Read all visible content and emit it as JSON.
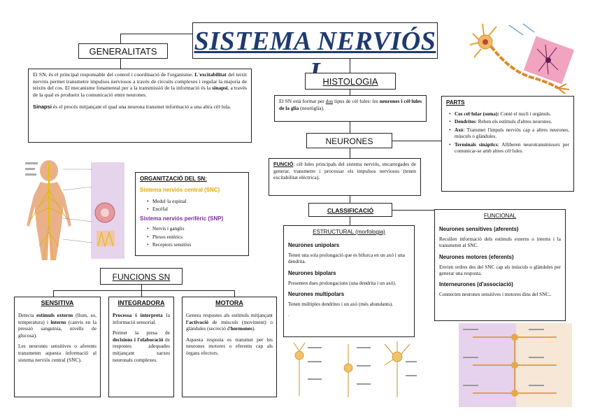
{
  "title": "SISTEMA NERVIÓS I",
  "generalitats": {
    "heading": "GENERALITATS",
    "p1_a": "El SN, és el principal responsable del control i coordinació de l'organisme.",
    "p1_term": "L'excitabilitat",
    "p1_b": " del teixit nerviós permet transmetre impulsos nerviosos a través de circuits complexes i regular la majoria de teixits del cos. El mecanisme fonamental per a la transmissió de la informació és la ",
    "p1_sinapsi": "sinapsi",
    "p1_c": ", a través de la qual es produeix la comunicació entre neurones.",
    "p2_term": "Sinapsi",
    "p2": " és el procés mitjançant el qual una neurona transmet informació a una altra cèl·lula."
  },
  "organitzacio": {
    "heading": "ORGANITZACIÓ DEL SN:",
    "snc": "Sistema nerviós central (SNC)",
    "snc_items": [
      "Medul·la espinal",
      "Encèfal"
    ],
    "snp": "Sistema nerviós perifèric (SNP)",
    "snp_items": [
      "Nervis i ganglis",
      "Plexes entèrics",
      "Receptors sensitius"
    ]
  },
  "funcions": {
    "heading": "FUNCIONS SN",
    "sensitiva": {
      "heading": "SENSITIVA",
      "t1": "Detecta ",
      "t1b": "estímuls externs",
      "t2": " (llum, so, temperatura) i ",
      "t2b": "interns",
      "t3": " (canvis en la pressió sanguínia, nivells de glucosa).",
      "p2": "Les neurones sensitives o aferents transmeten aquesta informació al sistema nerviós central (SNC)."
    },
    "integradora": {
      "heading": "INTEGRADORA",
      "p1b": "Processa i interpreta",
      "p1": " la informació sensorial.",
      "p2a": "Permet la presa de ",
      "p2b": "decisions i l'elaboració",
      "p2c": " de respostes adequades mitjançant xarxes neuronals complexes."
    },
    "motora": {
      "heading": "MOTORA",
      "p1a": "Genera respostes als estímuls mitjançant ",
      "p1b": "l'activació",
      "p1c": " de músculs (moviment) o glàndules (secreció d'",
      "p1d": "hormones",
      "p1e": ").",
      "p2": "Aquesta resposta es transmet per les neurones motores o eferents cap als òrgans efectors."
    }
  },
  "histologia": {
    "heading": "HISTOLOGIA",
    "t1": "El SN està format per ",
    "t1u": "dos",
    "t2": " tipus de cèl·lules: les ",
    "t2b": "neurones i cèl·lules de la glia",
    "t3": " (neuròglia)."
  },
  "neurones": {
    "heading": "NEURONES",
    "funcio_term": "FUNCIÓ",
    "funcio": ": cèl·lules principals del sistema nerviós, encarregades de generar, transmetre i processar els impulsos nerviosos (tenen excitabilitat elèctrica)."
  },
  "parts": {
    "heading": "PARTS",
    "items": [
      {
        "term": "Cos cel·lular (soma):",
        "text": " Conté el nucli i orgànuls."
      },
      {
        "term": "Dendrites",
        "text": ": Reben els estímuls d'altres neurones."
      },
      {
        "term": "Axó",
        "text": ": Transmet l'impuls nerviós cap a altres neurones, músculs o glàndules."
      },
      {
        "term": "Terminals sinàptics",
        "text": ": Alliberen neurotransmissors per comunicar-se amb altres cèl·lules."
      }
    ]
  },
  "classificacio": {
    "heading": "CLASSIFICACIÓ",
    "estructural": {
      "heading": "ESTRUCTURAL (morfologia)",
      "items": [
        {
          "title": "Neurones unipolars",
          "text": "Tenen una sola prolongació que es bifurca en un axó i una dendrita."
        },
        {
          "title": "Neurones bipolars",
          "text": "Presenten dues prolongacions (una dendrita i un axó)."
        },
        {
          "title": "Neurones multipolars",
          "text": "Tenen múltiples dendrites i un axó (més abundants)."
        }
      ],
      "end": "."
    },
    "funcional": {
      "heading": "FUNCIONAL",
      "items": [
        {
          "title": "Neurones sensitives (aferents)",
          "text": "Recullen informació dels estímuls externs o interns i la transmeten al SNC."
        },
        {
          "title": "Neurones motores (eferents)",
          "text": "Envien ordres des del SNC cap als músculs o glàndules per generar una resposta."
        },
        {
          "title": "Interneurones (d'associació)",
          "text": "Connecten neurones sensitives i motores dins del SNC.."
        }
      ]
    }
  },
  "colors": {
    "title": "#1f3a6e",
    "snc": "#e0a800",
    "snp": "#7a2b9c"
  }
}
